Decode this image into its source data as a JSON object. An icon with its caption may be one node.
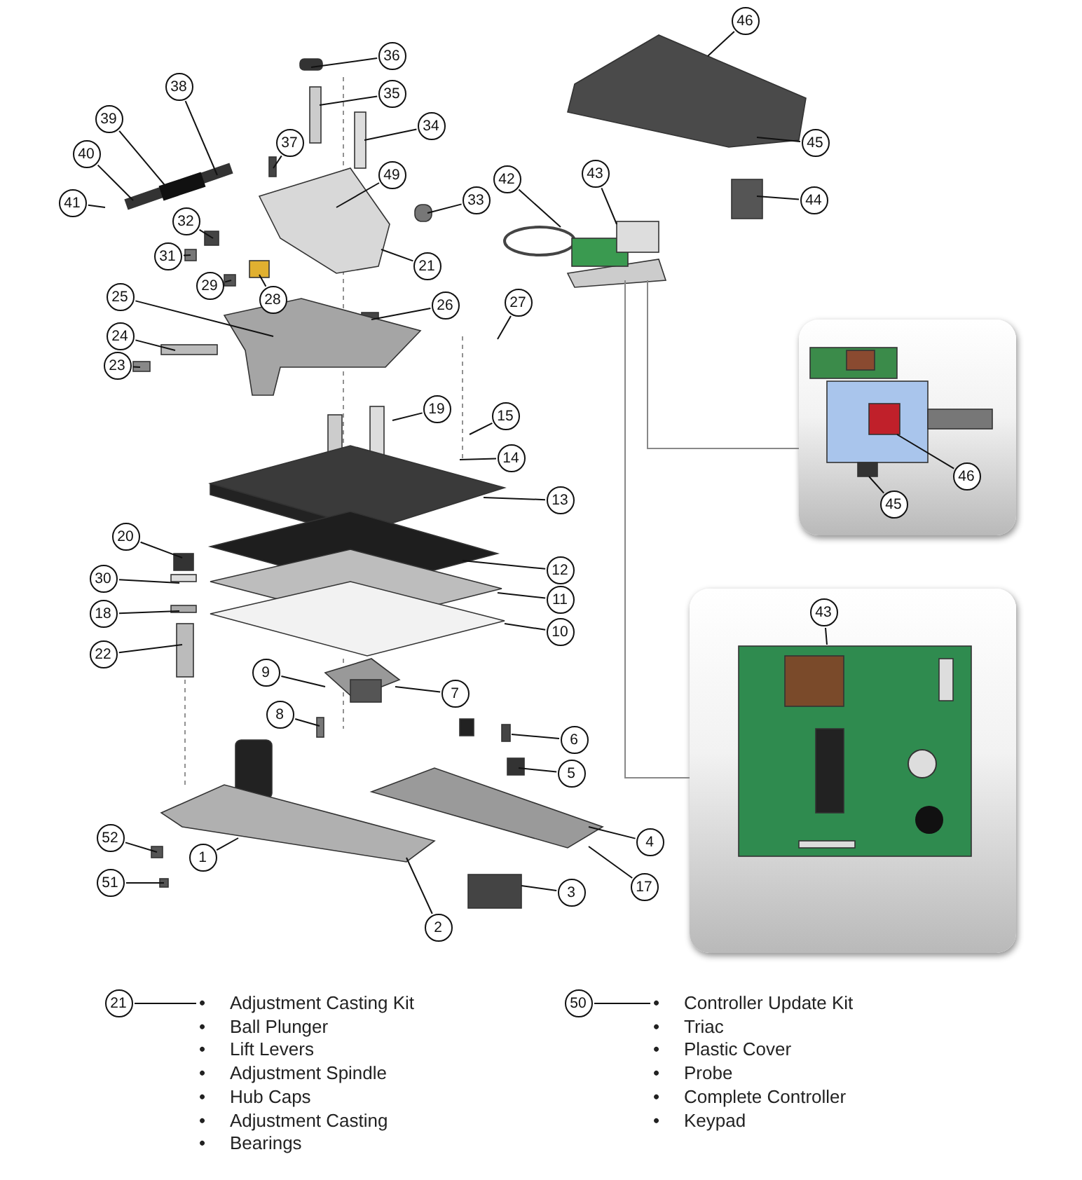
{
  "diagram": {
    "nodes": [
      {
        "text": [
          "36"
        ]
      },
      {
        "text": [
          "35"
        ]
      },
      {
        "text": [
          "34"
        ]
      },
      {
        "text": [
          "38"
        ]
      },
      {
        "text": [
          "37"
        ]
      },
      {
        "text": [
          "39"
        ]
      },
      {
        "text": [
          "40"
        ]
      },
      {
        "text": [
          "41"
        ]
      },
      {
        "text": [
          "49"
        ]
      },
      {
        "text": [
          "33"
        ]
      },
      {
        "text": [
          "32"
        ]
      },
      {
        "text": [
          "31"
        ]
      },
      {
        "text": [
          "21"
        ]
      },
      {
        "text": [
          "29"
        ]
      },
      {
        "text": [
          "28"
        ]
      },
      {
        "text": [
          "26"
        ]
      },
      {
        "text": [
          "25"
        ]
      },
      {
        "text": [
          "27"
        ]
      },
      {
        "text": [
          "24"
        ]
      },
      {
        "text": [
          "23"
        ]
      },
      {
        "text": [
          "19"
        ]
      },
      {
        "text": [
          "15"
        ]
      },
      {
        "text": [
          "14"
        ]
      },
      {
        "text": [
          "13"
        ]
      },
      {
        "text": [
          "20"
        ]
      },
      {
        "text": [
          "12"
        ]
      },
      {
        "text": [
          "30"
        ]
      },
      {
        "text": [
          "11"
        ]
      },
      {
        "text": [
          "18"
        ]
      },
      {
        "text": [
          "10"
        ]
      },
      {
        "text": [
          "22"
        ]
      },
      {
        "text": [
          "9"
        ]
      },
      {
        "text": [
          "7"
        ]
      },
      {
        "text": [
          "8"
        ]
      },
      {
        "text": [
          "6"
        ]
      },
      {
        "text": [
          "5"
        ]
      },
      {
        "text": [
          "4"
        ]
      },
      {
        "text": [
          "52"
        ]
      },
      {
        "text": [
          "1"
        ]
      },
      {
        "text": [
          "17"
        ]
      },
      {
        "text": [
          "51"
        ]
      },
      {
        "text": [
          "3"
        ]
      },
      {
        "text": [
          "2"
        ]
      },
      {
        "text": [
          "46"
        ]
      },
      {
        "text": [
          "45"
        ]
      },
      {
        "text": [
          "42"
        ]
      },
      {
        "text": [
          "43"
        ]
      },
      {
        "text": [
          "44"
        ]
      },
      {
        "text": [],
        "shape": "box"
      },
      {
        "text": [
          "46"
        ],
        "in": 48
      },
      {
        "text": [
          "45"
        ],
        "in": 48
      },
      {
        "text": [],
        "shape": "box"
      },
      {
        "text": [
          "43"
        ],
        "in": 51
      },
      {
        "text": [
          "21"
        ]
      },
      {
        "text": [
          "Adjustment Casting Kit",
          "Ball Plunger",
          "Lift Levers",
          "Adjustment Spindle",
          "Hub Caps",
          "Adjustment Casting",
          "Bearings"
        ]
      },
      {
        "text": [
          "50"
        ]
      },
      {
        "text": [
          "Controller Update Kit",
          "Triac",
          "Plastic Cover",
          "Probe",
          "Complete Controller",
          "Keypad"
        ]
      }
    ],
    "edges": [
      {
        "from": 0,
        "to": null,
        "arrow": "none"
      },
      {
        "from": 1,
        "to": null,
        "arrow": "none"
      },
      {
        "from": 2,
        "to": null,
        "arrow": "none"
      },
      {
        "from": 3,
        "to": null,
        "arrow": "none"
      },
      {
        "from": 4,
        "to": null,
        "arrow": "none"
      },
      {
        "from": 5,
        "to": null,
        "arrow": "none"
      },
      {
        "from": 6,
        "to": null,
        "arrow": "none"
      },
      {
        "from": 7,
        "to": null,
        "arrow": "none"
      },
      {
        "from": 8,
        "to": null,
        "arrow": "none"
      },
      {
        "from": 9,
        "to": null,
        "arrow": "none"
      },
      {
        "from": 10,
        "to": null,
        "arrow": "none"
      },
      {
        "from": 11,
        "to": null,
        "arrow": "none"
      },
      {
        "from": 12,
        "to": null,
        "arrow": "none"
      },
      {
        "from": 13,
        "to": null,
        "arrow": "none"
      },
      {
        "from": 14,
        "to": null,
        "arrow": "none"
      },
      {
        "from": 15,
        "to": null,
        "arrow": "none"
      },
      {
        "from": 16,
        "to": null,
        "arrow": "none"
      },
      {
        "from": 17,
        "to": null,
        "arrow": "none"
      },
      {
        "from": 18,
        "to": null,
        "arrow": "none"
      },
      {
        "from": 19,
        "to": null,
        "arrow": "none"
      },
      {
        "from": 20,
        "to": null,
        "arrow": "none"
      },
      {
        "from": 21,
        "to": null,
        "arrow": "none"
      },
      {
        "from": 22,
        "to": null,
        "arrow": "none"
      },
      {
        "from": 23,
        "to": null,
        "arrow": "none"
      },
      {
        "from": 24,
        "to": null,
        "arrow": "none"
      },
      {
        "from": 25,
        "to": null,
        "arrow": "none"
      },
      {
        "from": 26,
        "to": null,
        "arrow": "none"
      },
      {
        "from": 27,
        "to": null,
        "arrow": "none"
      },
      {
        "from": 28,
        "to": null,
        "arrow": "none"
      },
      {
        "from": 29,
        "to": null,
        "arrow": "none"
      },
      {
        "from": 30,
        "to": null,
        "arrow": "none"
      },
      {
        "from": 31,
        "to": null,
        "arrow": "none"
      },
      {
        "from": 32,
        "to": null,
        "arrow": "none"
      },
      {
        "from": 33,
        "to": null,
        "arrow": "none"
      },
      {
        "from": 34,
        "to": null,
        "arrow": "none"
      },
      {
        "from": 35,
        "to": null,
        "arrow": "none"
      },
      {
        "from": 36,
        "to": null,
        "arrow": "none"
      },
      {
        "from": 37,
        "to": null,
        "arrow": "none"
      },
      {
        "from": 38,
        "to": null,
        "arrow": "none"
      },
      {
        "from": 39,
        "to": null,
        "arrow": "none"
      },
      {
        "from": 40,
        "to": null,
        "arrow": "none"
      },
      {
        "from": 41,
        "to": null,
        "arrow": "none"
      },
      {
        "from": 42,
        "to": null,
        "arrow": "none"
      },
      {
        "from": 43,
        "to": null,
        "arrow": "none"
      },
      {
        "from": 44,
        "to": null,
        "arrow": "none"
      },
      {
        "from": 45,
        "to": null,
        "arrow": "none"
      },
      {
        "from": 46,
        "to": null,
        "arrow": "none"
      },
      {
        "from": 47,
        "to": null,
        "arrow": "none"
      },
      {
        "from": null,
        "to": 48,
        "arrow": "none",
        "color": "#888888"
      },
      {
        "from": 49,
        "to": null,
        "arrow": "none"
      },
      {
        "from": 50,
        "to": null,
        "arrow": "none"
      },
      {
        "from": null,
        "to": 51,
        "arrow": "none",
        "color": "#888888"
      },
      {
        "from": 52,
        "to": null,
        "arrow": "none"
      },
      {
        "from": 53,
        "to": 54,
        "arrow": "none"
      },
      {
        "from": 55,
        "to": 56,
        "arrow": "none"
      }
    ],
    "labels": [
      "•",
      "•",
      "•",
      "•",
      "•",
      "•",
      "•",
      "•",
      "•",
      "•",
      "•",
      "•",
      "•"
    ]
  }
}
